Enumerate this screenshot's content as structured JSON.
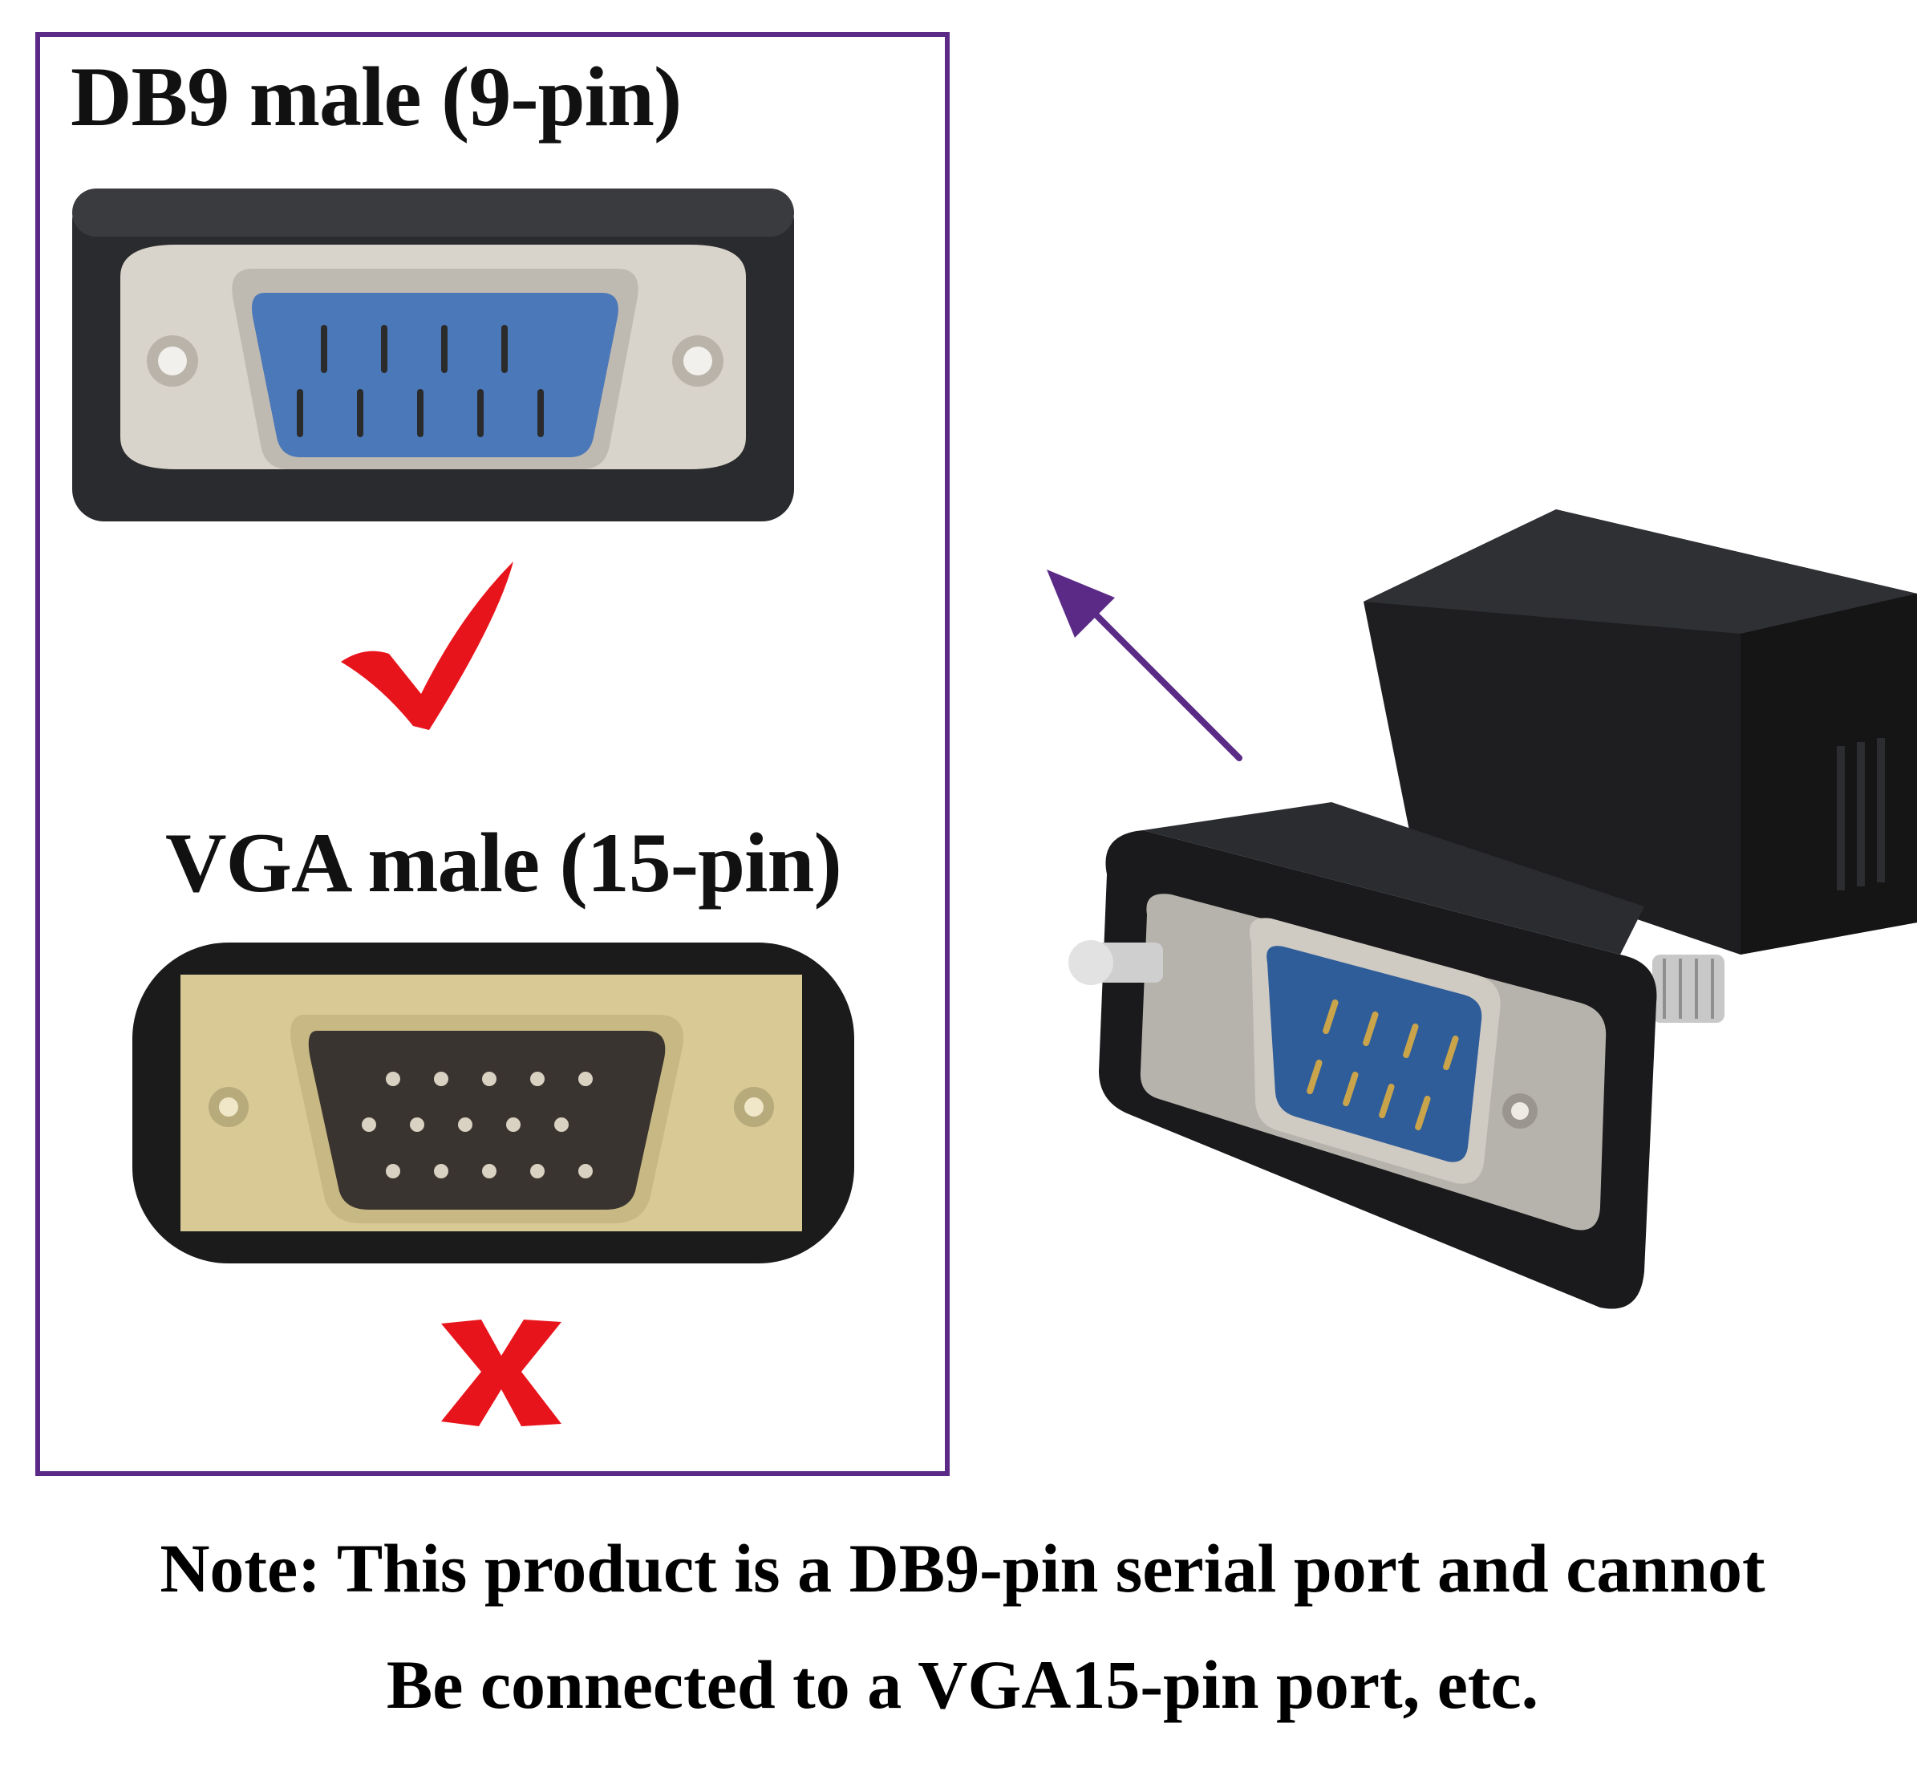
{
  "panel": {
    "db9_title": "DB9 male (9-pin)",
    "vga_title": "VGA male (15-pin)",
    "db9_mark": "check-icon",
    "vga_mark": "cross-icon"
  },
  "note": {
    "line1": "Note: This product is a DB9-pin serial port and cannot",
    "line2": "Be connected to a VGA15-pin port, etc."
  },
  "colors": {
    "frame": "#5b2a86",
    "arrow": "#5b2a86",
    "check": "#e8141c",
    "cross": "#e8141c"
  }
}
